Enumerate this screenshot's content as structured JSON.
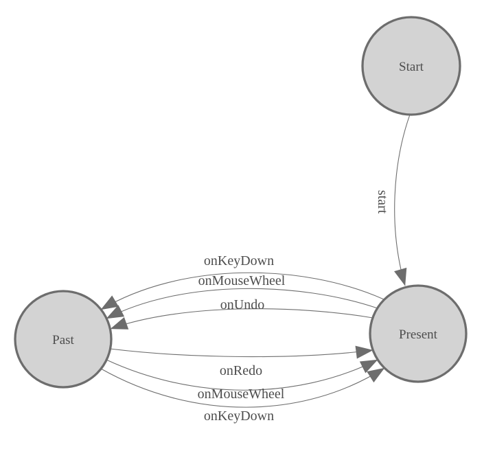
{
  "diagram": {
    "type": "state-machine",
    "nodes": {
      "start": {
        "label": "Start"
      },
      "present": {
        "label": "Present"
      },
      "past": {
        "label": "Past"
      }
    },
    "edges": {
      "start_to_present": {
        "label": "start",
        "from": "Start",
        "to": "Present"
      },
      "present_to_past": [
        {
          "label": "onKeyDown",
          "from": "Present",
          "to": "Past"
        },
        {
          "label": "onMouseWheel",
          "from": "Present",
          "to": "Past"
        },
        {
          "label": "onUndo",
          "from": "Present",
          "to": "Past"
        }
      ],
      "past_to_present": [
        {
          "label": "onRedo",
          "from": "Past",
          "to": "Present"
        },
        {
          "label": "onMouseWheel",
          "from": "Past",
          "to": "Present"
        },
        {
          "label": "onKeyDown",
          "from": "Past",
          "to": "Present"
        }
      ]
    },
    "colors": {
      "node_fill": "#d3d3d3",
      "node_stroke": "#6d6d6d",
      "edge_stroke": "#6d6d6d",
      "label_text": "#4d4d4d",
      "background": "#ffffff"
    }
  }
}
